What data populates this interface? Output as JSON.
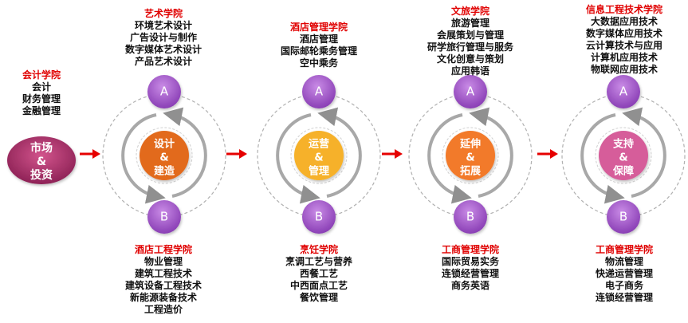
{
  "start": {
    "college": "会计学院",
    "programs": [
      "会计",
      "财务管理",
      "金融管理"
    ],
    "node_lines": [
      "市场",
      "&",
      "投资"
    ],
    "color": "#b5306a"
  },
  "stages": [
    {
      "center_lines": [
        "设计",
        "&",
        "建造"
      ],
      "center_color": "#e26b1f",
      "a_label": "A",
      "b_label": "B",
      "top": {
        "college": "艺术学院",
        "programs": [
          "环境艺术设计",
          "广告设计与制作",
          "数字媒体艺术设计",
          "产品艺术设计"
        ]
      },
      "bottom": {
        "college": "酒店工程学院",
        "programs": [
          "物业管理",
          "建筑工程技术",
          "建筑设备工程技术",
          "新能源装备技术",
          "工程造价"
        ]
      }
    },
    {
      "center_lines": [
        "运营",
        "&",
        "管理"
      ],
      "center_color": "#f6b12a",
      "a_label": "A",
      "b_label": "B",
      "top": {
        "college": "酒店管理学院",
        "programs": [
          "酒店管理",
          "国际邮轮乘务管理",
          "空中乘务"
        ]
      },
      "bottom": {
        "college": "烹饪学院",
        "programs": [
          "烹调工艺与营养",
          "西餐工艺",
          "中西面点工艺",
          "餐饮管理"
        ]
      }
    },
    {
      "center_lines": [
        "延伸",
        "&",
        "拓展"
      ],
      "center_color": "#f27a2c",
      "a_label": "A",
      "b_label": "B",
      "top": {
        "college": "文旅学院",
        "programs": [
          "旅游管理",
          "会展策划与管理",
          "研学旅行管理与服务",
          "文化创意与策划",
          "应用韩语"
        ]
      },
      "bottom": {
        "college": "工商管理学院",
        "programs": [
          "国际贸易实务",
          "连锁经营管理",
          "商务英语"
        ]
      }
    },
    {
      "center_lines": [
        "支持",
        "&",
        "保障"
      ],
      "center_color": "#d65d9a",
      "a_label": "A",
      "b_label": "B",
      "top": {
        "college": "信息工程技术学院",
        "programs": [
          "大数据应用技术",
          "数字媒体应用技术",
          "云计算技术与应用",
          "计算机应用技术",
          "物联网应用技术"
        ]
      },
      "bottom": {
        "college": "工商管理学院",
        "programs": [
          "物流管理",
          "快递运营管理",
          "电子商务",
          "连锁经营管理"
        ]
      }
    }
  ],
  "colors": {
    "node_purple": "#9b4fc4",
    "arrow_red": "#e60000",
    "college_red": "#e00000",
    "ring_gray": "#b0b0b0"
  }
}
